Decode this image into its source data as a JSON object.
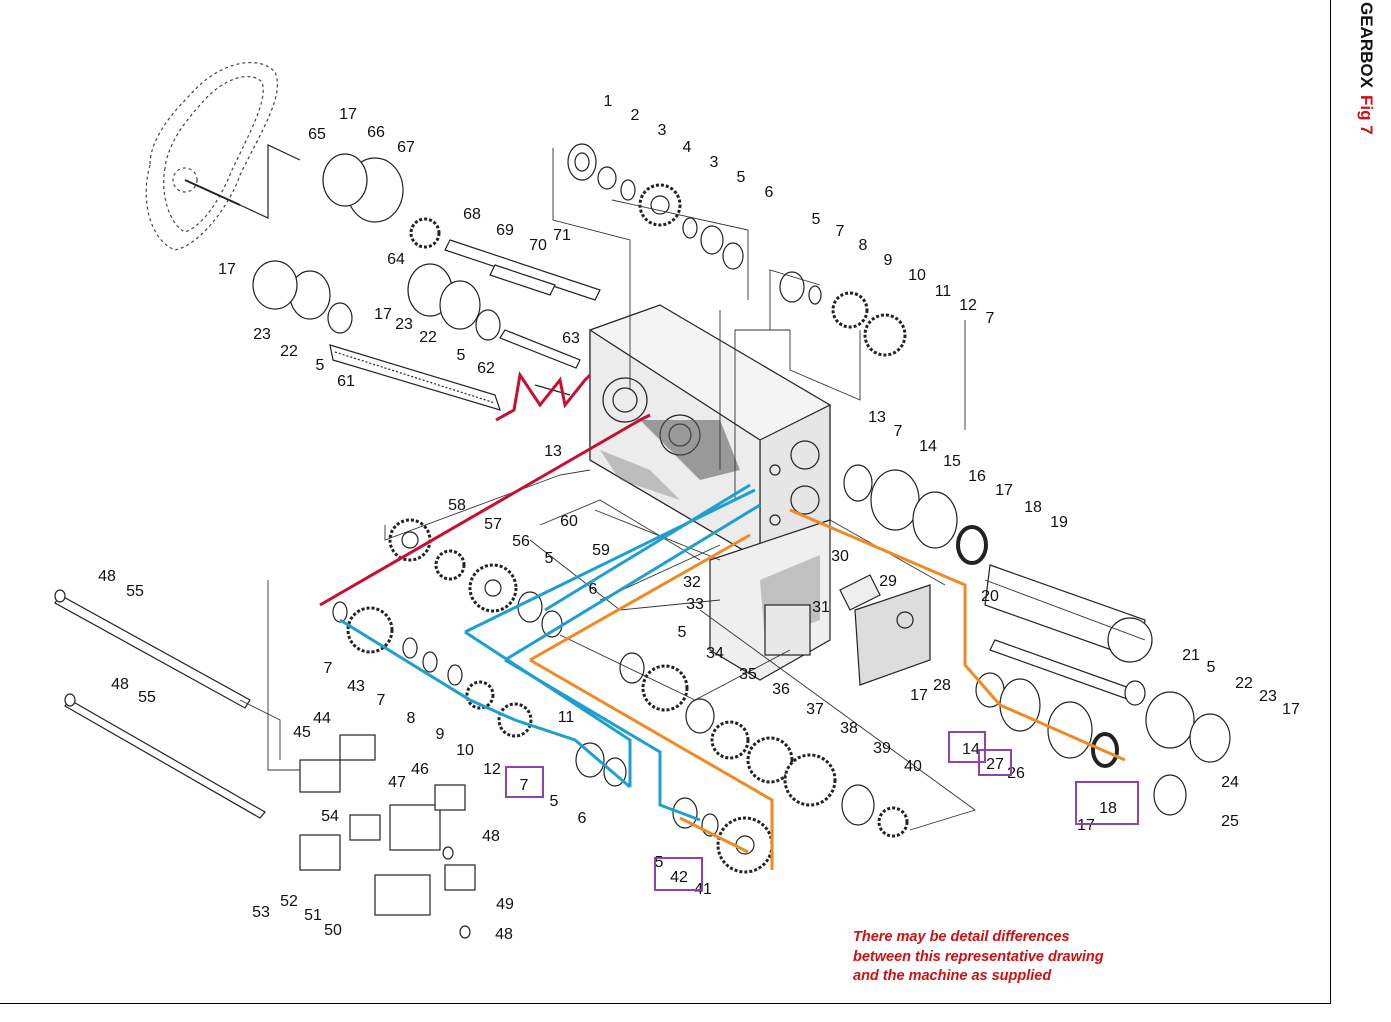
{
  "title": {
    "main": "GEARBOX",
    "fig": "Fig 7"
  },
  "note_lines": [
    "There may be detail differences",
    "between this representative drawing",
    "and the machine as supplied"
  ],
  "colors": {
    "title_fig": "#d01010",
    "note": "#d01010",
    "path_red": "#c8102e",
    "path_blue": "#1e9fd0",
    "path_orange": "#f08a24",
    "highlight_box": "#8e44ad"
  },
  "part_labels": [
    {
      "id": "p1",
      "text": "1"
    },
    {
      "id": "p2",
      "text": "2"
    },
    {
      "id": "p3a",
      "text": "3"
    },
    {
      "id": "p4",
      "text": "4"
    },
    {
      "id": "p3b",
      "text": "3"
    },
    {
      "id": "p5a",
      "text": "5"
    },
    {
      "id": "p6a",
      "text": "6"
    },
    {
      "id": "p5b",
      "text": "5"
    },
    {
      "id": "p7a",
      "text": "7"
    },
    {
      "id": "p8a",
      "text": "8"
    },
    {
      "id": "p9a",
      "text": "9"
    },
    {
      "id": "p10a",
      "text": "10"
    },
    {
      "id": "p11a",
      "text": "11"
    },
    {
      "id": "p12a",
      "text": "12"
    },
    {
      "id": "p7b",
      "text": "7"
    },
    {
      "id": "p17a",
      "text": "17"
    },
    {
      "id": "p65",
      "text": "65"
    },
    {
      "id": "p66",
      "text": "66"
    },
    {
      "id": "p67",
      "text": "67"
    },
    {
      "id": "p68",
      "text": "68"
    },
    {
      "id": "p69",
      "text": "69"
    },
    {
      "id": "p70",
      "text": "70"
    },
    {
      "id": "p71",
      "text": "71"
    },
    {
      "id": "p64",
      "text": "64"
    },
    {
      "id": "p17b",
      "text": "17"
    },
    {
      "id": "p17c",
      "text": "17"
    },
    {
      "id": "p23a",
      "text": "23"
    },
    {
      "id": "p22a",
      "text": "22"
    },
    {
      "id": "p23b",
      "text": "23"
    },
    {
      "id": "p22b",
      "text": "22"
    },
    {
      "id": "p5c",
      "text": "5"
    },
    {
      "id": "p5d",
      "text": "5"
    },
    {
      "id": "p63",
      "text": "63"
    },
    {
      "id": "p62",
      "text": "62"
    },
    {
      "id": "p61",
      "text": "61"
    },
    {
      "id": "p13a",
      "text": "13"
    },
    {
      "id": "p13b",
      "text": "13"
    },
    {
      "id": "p7c",
      "text": "7"
    },
    {
      "id": "p14a",
      "text": "14"
    },
    {
      "id": "p15",
      "text": "15"
    },
    {
      "id": "p16",
      "text": "16"
    },
    {
      "id": "p17d",
      "text": "17"
    },
    {
      "id": "p18a",
      "text": "18"
    },
    {
      "id": "p19",
      "text": "19"
    },
    {
      "id": "p58",
      "text": "58"
    },
    {
      "id": "p57",
      "text": "57"
    },
    {
      "id": "p56",
      "text": "56"
    },
    {
      "id": "p60",
      "text": "60"
    },
    {
      "id": "p59",
      "text": "59"
    },
    {
      "id": "p5e",
      "text": "5"
    },
    {
      "id": "p6b",
      "text": "6"
    },
    {
      "id": "p32",
      "text": "32"
    },
    {
      "id": "p33",
      "text": "33"
    },
    {
      "id": "p30",
      "text": "30"
    },
    {
      "id": "p29",
      "text": "29"
    },
    {
      "id": "p31",
      "text": "31"
    },
    {
      "id": "p20",
      "text": "20"
    },
    {
      "id": "p21",
      "text": "21"
    },
    {
      "id": "p5f",
      "text": "5"
    },
    {
      "id": "p22c",
      "text": "22"
    },
    {
      "id": "p23c",
      "text": "23"
    },
    {
      "id": "p17e",
      "text": "17"
    },
    {
      "id": "p28",
      "text": "28"
    },
    {
      "id": "p17f",
      "text": "17"
    },
    {
      "id": "p48a",
      "text": "48"
    },
    {
      "id": "p55a",
      "text": "55"
    },
    {
      "id": "p48b",
      "text": "48"
    },
    {
      "id": "p55b",
      "text": "55"
    },
    {
      "id": "p7d",
      "text": "7"
    },
    {
      "id": "p43",
      "text": "43"
    },
    {
      "id": "p7e",
      "text": "7"
    },
    {
      "id": "p8b",
      "text": "8"
    },
    {
      "id": "p9b",
      "text": "9"
    },
    {
      "id": "p10b",
      "text": "10"
    },
    {
      "id": "p11b",
      "text": "11"
    },
    {
      "id": "p12b",
      "text": "12"
    },
    {
      "id": "p5g",
      "text": "5"
    },
    {
      "id": "p6c",
      "text": "6"
    },
    {
      "id": "p5h",
      "text": "5"
    },
    {
      "id": "p34",
      "text": "34"
    },
    {
      "id": "p35",
      "text": "35"
    },
    {
      "id": "p36",
      "text": "36"
    },
    {
      "id": "p37",
      "text": "37"
    },
    {
      "id": "p38",
      "text": "38"
    },
    {
      "id": "p39",
      "text": "39"
    },
    {
      "id": "p40",
      "text": "40"
    },
    {
      "id": "p44",
      "text": "44"
    },
    {
      "id": "p45",
      "text": "45"
    },
    {
      "id": "p47",
      "text": "47"
    },
    {
      "id": "p46",
      "text": "46"
    },
    {
      "id": "p54",
      "text": "54"
    },
    {
      "id": "p48c",
      "text": "48"
    },
    {
      "id": "p53",
      "text": "53"
    },
    {
      "id": "p52",
      "text": "52"
    },
    {
      "id": "p51",
      "text": "51"
    },
    {
      "id": "p50",
      "text": "50"
    },
    {
      "id": "p49",
      "text": "49"
    },
    {
      "id": "p48d",
      "text": "48"
    },
    {
      "id": "p5i",
      "text": "5"
    },
    {
      "id": "p41",
      "text": "41"
    },
    {
      "id": "p26",
      "text": "26"
    },
    {
      "id": "p24",
      "text": "24"
    },
    {
      "id": "p25",
      "text": "25"
    },
    {
      "id": "p17g",
      "text": "17"
    }
  ],
  "boxed_labels": [
    {
      "id": "b7",
      "text": "7"
    },
    {
      "id": "b42",
      "text": "42"
    },
    {
      "id": "b14",
      "text": "14"
    },
    {
      "id": "b27",
      "text": "27"
    },
    {
      "id": "b18",
      "text": "18"
    }
  ]
}
